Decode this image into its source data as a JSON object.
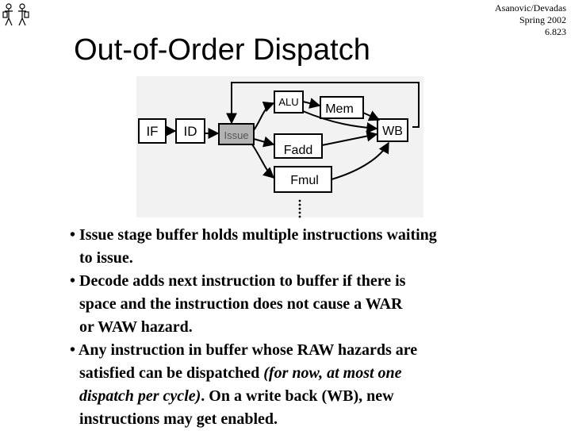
{
  "header": {
    "authors": "Asanovic/Devadas",
    "term": "Spring 2002",
    "course": "6.823"
  },
  "title": "Out-of-Order Dispatch",
  "diagram": {
    "if_label": "IF",
    "id_label": "ID",
    "issue_label": "Issue",
    "alu_label": "ALU",
    "mem_label": "Mem",
    "wb_label": "WB",
    "fadd_label": "Fadd",
    "fmul_label": "Fmul"
  },
  "bullets": {
    "b1_line1": "• Issue stage buffer holds multiple instructions waiting",
    "b1_line2": "to issue.",
    "b2_line1": "• Decode adds next instruction to buffer if there is",
    "b2_line2": "space and the instruction does not cause a WAR",
    "b2_line3": "or WAW hazard.",
    "b3_line1": "• Any instruction in buffer whose RAW hazards are",
    "b3_line2_a": "satisfied can be dispatched ",
    "b3_line2_em": "(for now, at most one",
    "b3_line3_em": "dispatch per cycle)",
    "b3_line3_b": ". On a write back (WB), new",
    "b3_line4": "instructions may get enabled."
  }
}
